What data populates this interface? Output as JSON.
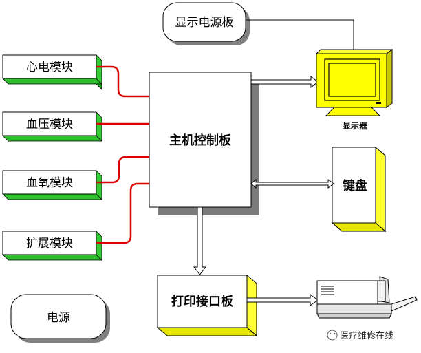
{
  "nodes": {
    "display_power_board": "显示电源板",
    "monitor": "显示器",
    "ecg_module": "心电模块",
    "bp_module": "血压模块",
    "spo2_module": "血氧模块",
    "expansion_module": "扩展模块",
    "main_control_board": "主机控制板",
    "keyboard": "键盘",
    "print_interface_board": "打印接口板",
    "power_supply": "电源"
  },
  "watermark": "医疗维修在线",
  "colors": {
    "module_face": "#ffffff",
    "module_side": "#33cc33",
    "accent_yellow": "#ffff33",
    "monitor_yellow": "#ffff00",
    "signal_line": "#dd0000",
    "shadow": "#7a7a7a"
  }
}
